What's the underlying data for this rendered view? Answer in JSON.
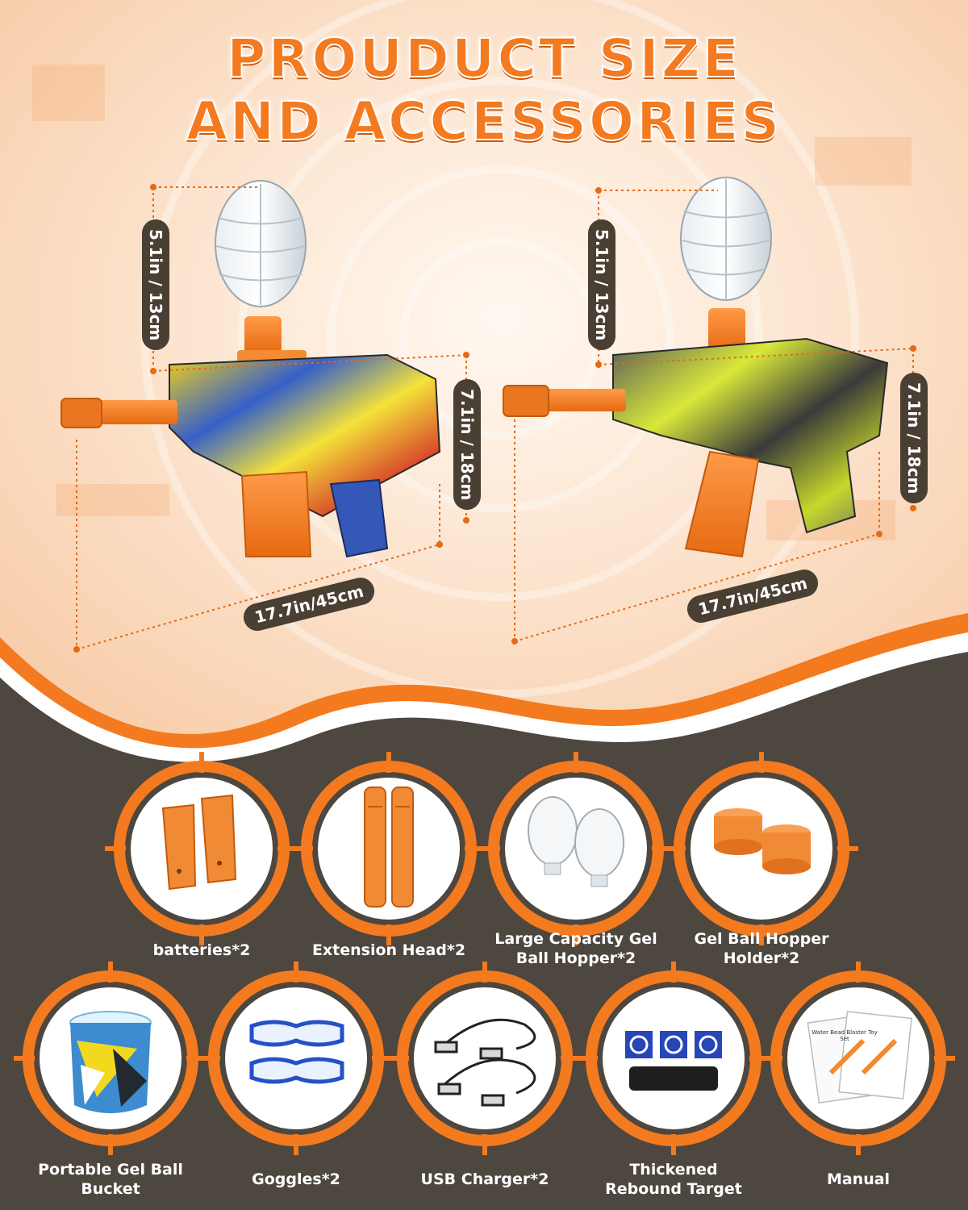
{
  "title": {
    "line1": "PROUDUCT SIZE",
    "line2": "AND ACCESSORIES"
  },
  "dimensions": {
    "left_hopper_height": "5.1in / 13cm",
    "left_gun_height": "7.1in / 18cm",
    "left_gun_length": "17.7in/45cm",
    "right_hopper_height": "5.1in / 13cm",
    "right_gun_height": "7.1in / 18cm",
    "right_gun_length": "17.7in/45cm"
  },
  "accessories": {
    "row1": [
      {
        "label": "batteries*2",
        "icon": "magazine-battery-icon"
      },
      {
        "label": "Extension Head*2",
        "icon": "extension-head-icon"
      },
      {
        "label": "Large Capacity Gel Ball Hopper*2",
        "icon": "gel-ball-hopper-icon"
      },
      {
        "label": "Gel Ball Hopper Holder*2",
        "icon": "hopper-holder-icon"
      }
    ],
    "row2": [
      {
        "label": "Portable Gel Ball Bucket",
        "icon": "bucket-icon"
      },
      {
        "label": "Goggles*2",
        "icon": "goggles-icon"
      },
      {
        "label": "USB Charger*2",
        "icon": "usb-charger-icon"
      },
      {
        "label": "Thickened Rebound Target",
        "icon": "rebound-target-icon"
      },
      {
        "label": "Manual",
        "icon": "manual-icon"
      }
    ]
  },
  "manual_cover_text": "Water Bead Blaster Toy Set",
  "colors": {
    "accent": "#f47a1f",
    "panel": "#4d4740",
    "background_top": "#fde6d2"
  }
}
